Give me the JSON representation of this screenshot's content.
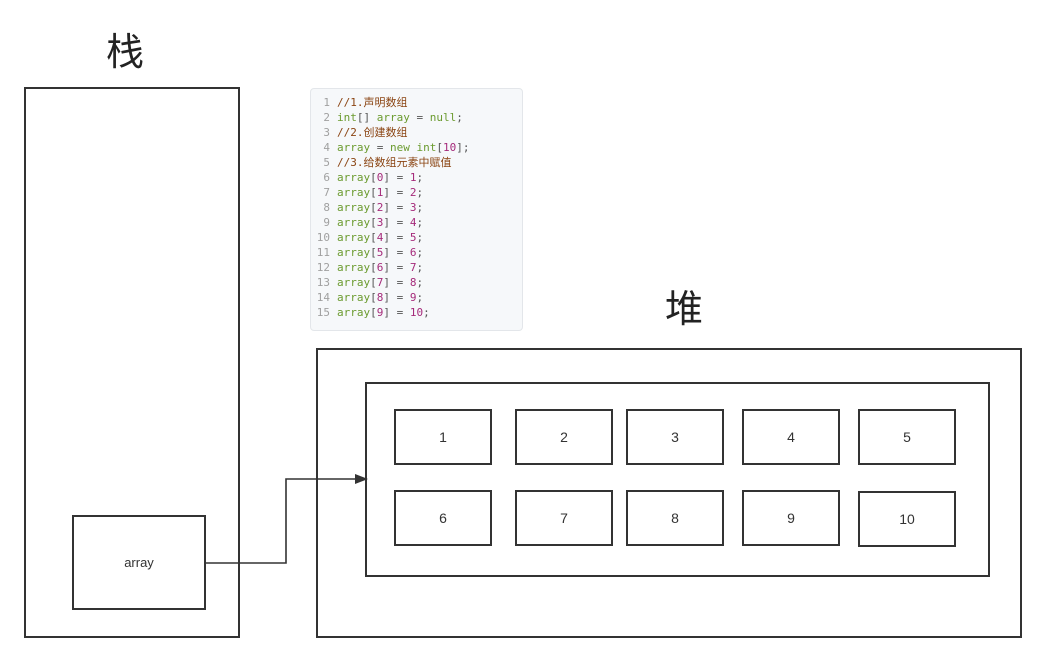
{
  "stack": {
    "title": "栈",
    "variable_label": "array"
  },
  "heap": {
    "title": "堆",
    "cells": [
      "1",
      "2",
      "3",
      "4",
      "5",
      "6",
      "7",
      "8",
      "9",
      "10"
    ]
  },
  "code": {
    "lines": [
      {
        "num": "1",
        "tokens": [
          {
            "t": "//1.声明数组",
            "k": "comment"
          }
        ]
      },
      {
        "num": "2",
        "tokens": [
          {
            "t": "int",
            "k": "key"
          },
          {
            "t": "[] ",
            "k": "punct"
          },
          {
            "t": "array",
            "k": "var"
          },
          {
            "t": " = ",
            "k": "op"
          },
          {
            "t": "null",
            "k": "key"
          },
          {
            "t": ";",
            "k": "punct"
          }
        ]
      },
      {
        "num": "3",
        "tokens": [
          {
            "t": "//2.创建数组",
            "k": "comment"
          }
        ]
      },
      {
        "num": "4",
        "tokens": [
          {
            "t": "array",
            "k": "var"
          },
          {
            "t": " = ",
            "k": "op"
          },
          {
            "t": "new",
            "k": "key"
          },
          {
            "t": " ",
            "k": "op"
          },
          {
            "t": "int",
            "k": "key"
          },
          {
            "t": "[",
            "k": "punct"
          },
          {
            "t": "10",
            "k": "num"
          },
          {
            "t": "];",
            "k": "punct"
          }
        ]
      },
      {
        "num": "5",
        "tokens": [
          {
            "t": "//3.给数组元素中赋值",
            "k": "comment"
          }
        ]
      },
      {
        "num": "6",
        "tokens": [
          {
            "t": "array",
            "k": "var"
          },
          {
            "t": "[",
            "k": "punct"
          },
          {
            "t": "0",
            "k": "num"
          },
          {
            "t": "] = ",
            "k": "op"
          },
          {
            "t": "1",
            "k": "num"
          },
          {
            "t": ";",
            "k": "punct"
          }
        ]
      },
      {
        "num": "7",
        "tokens": [
          {
            "t": "array",
            "k": "var"
          },
          {
            "t": "[",
            "k": "punct"
          },
          {
            "t": "1",
            "k": "num"
          },
          {
            "t": "] = ",
            "k": "op"
          },
          {
            "t": "2",
            "k": "num"
          },
          {
            "t": ";",
            "k": "punct"
          }
        ]
      },
      {
        "num": "8",
        "tokens": [
          {
            "t": "array",
            "k": "var"
          },
          {
            "t": "[",
            "k": "punct"
          },
          {
            "t": "2",
            "k": "num"
          },
          {
            "t": "] = ",
            "k": "op"
          },
          {
            "t": "3",
            "k": "num"
          },
          {
            "t": ";",
            "k": "punct"
          }
        ]
      },
      {
        "num": "9",
        "tokens": [
          {
            "t": "array",
            "k": "var"
          },
          {
            "t": "[",
            "k": "punct"
          },
          {
            "t": "3",
            "k": "num"
          },
          {
            "t": "] = ",
            "k": "op"
          },
          {
            "t": "4",
            "k": "num"
          },
          {
            "t": ";",
            "k": "punct"
          }
        ]
      },
      {
        "num": "10",
        "tokens": [
          {
            "t": "array",
            "k": "var"
          },
          {
            "t": "[",
            "k": "punct"
          },
          {
            "t": "4",
            "k": "num"
          },
          {
            "t": "] = ",
            "k": "op"
          },
          {
            "t": "5",
            "k": "num"
          },
          {
            "t": ";",
            "k": "punct"
          }
        ]
      },
      {
        "num": "11",
        "tokens": [
          {
            "t": "array",
            "k": "var"
          },
          {
            "t": "[",
            "k": "punct"
          },
          {
            "t": "5",
            "k": "num"
          },
          {
            "t": "] = ",
            "k": "op"
          },
          {
            "t": "6",
            "k": "num"
          },
          {
            "t": ";",
            "k": "punct"
          }
        ]
      },
      {
        "num": "12",
        "tokens": [
          {
            "t": "array",
            "k": "var"
          },
          {
            "t": "[",
            "k": "punct"
          },
          {
            "t": "6",
            "k": "num"
          },
          {
            "t": "] = ",
            "k": "op"
          },
          {
            "t": "7",
            "k": "num"
          },
          {
            "t": ";",
            "k": "punct"
          }
        ]
      },
      {
        "num": "13",
        "tokens": [
          {
            "t": "array",
            "k": "var"
          },
          {
            "t": "[",
            "k": "punct"
          },
          {
            "t": "7",
            "k": "num"
          },
          {
            "t": "] = ",
            "k": "op"
          },
          {
            "t": "8",
            "k": "num"
          },
          {
            "t": ";",
            "k": "punct"
          }
        ]
      },
      {
        "num": "14",
        "tokens": [
          {
            "t": "array",
            "k": "var"
          },
          {
            "t": "[",
            "k": "punct"
          },
          {
            "t": "8",
            "k": "num"
          },
          {
            "t": "] = ",
            "k": "op"
          },
          {
            "t": "9",
            "k": "num"
          },
          {
            "t": ";",
            "k": "punct"
          }
        ]
      },
      {
        "num": "15",
        "tokens": [
          {
            "t": "array",
            "k": "var"
          },
          {
            "t": "[",
            "k": "punct"
          },
          {
            "t": "9",
            "k": "num"
          },
          {
            "t": "] = ",
            "k": "op"
          },
          {
            "t": "10",
            "k": "num"
          },
          {
            "t": ";",
            "k": "punct"
          }
        ]
      }
    ]
  },
  "colors": {
    "line": "#333333",
    "code_background": "#f6f8fa",
    "comment": "#8b4513",
    "identifier": "#6b9b2f",
    "number": "#a52a7a"
  }
}
